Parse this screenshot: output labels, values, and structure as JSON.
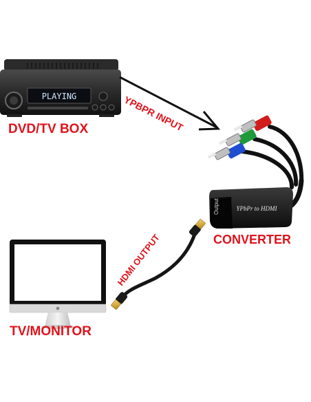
{
  "labels": {
    "dvd_box": "DVD/TV BOX",
    "ypbpr_input": "YPBPR INPUT",
    "converter": "CONVERTER",
    "hdmi_output": "HDMI OUTPUT",
    "tv_monitor": "TV/MONITOR"
  },
  "device_text": {
    "display": "PLAYING",
    "converter_brand": "YPbPr to HDMI",
    "converter_port": "Output"
  },
  "colors": {
    "label_red": "#e0131b",
    "component_green": "#1f9a3a",
    "component_blue": "#1f4fd0",
    "component_red": "#d21c1c",
    "device_black": "#1a1a1a"
  }
}
